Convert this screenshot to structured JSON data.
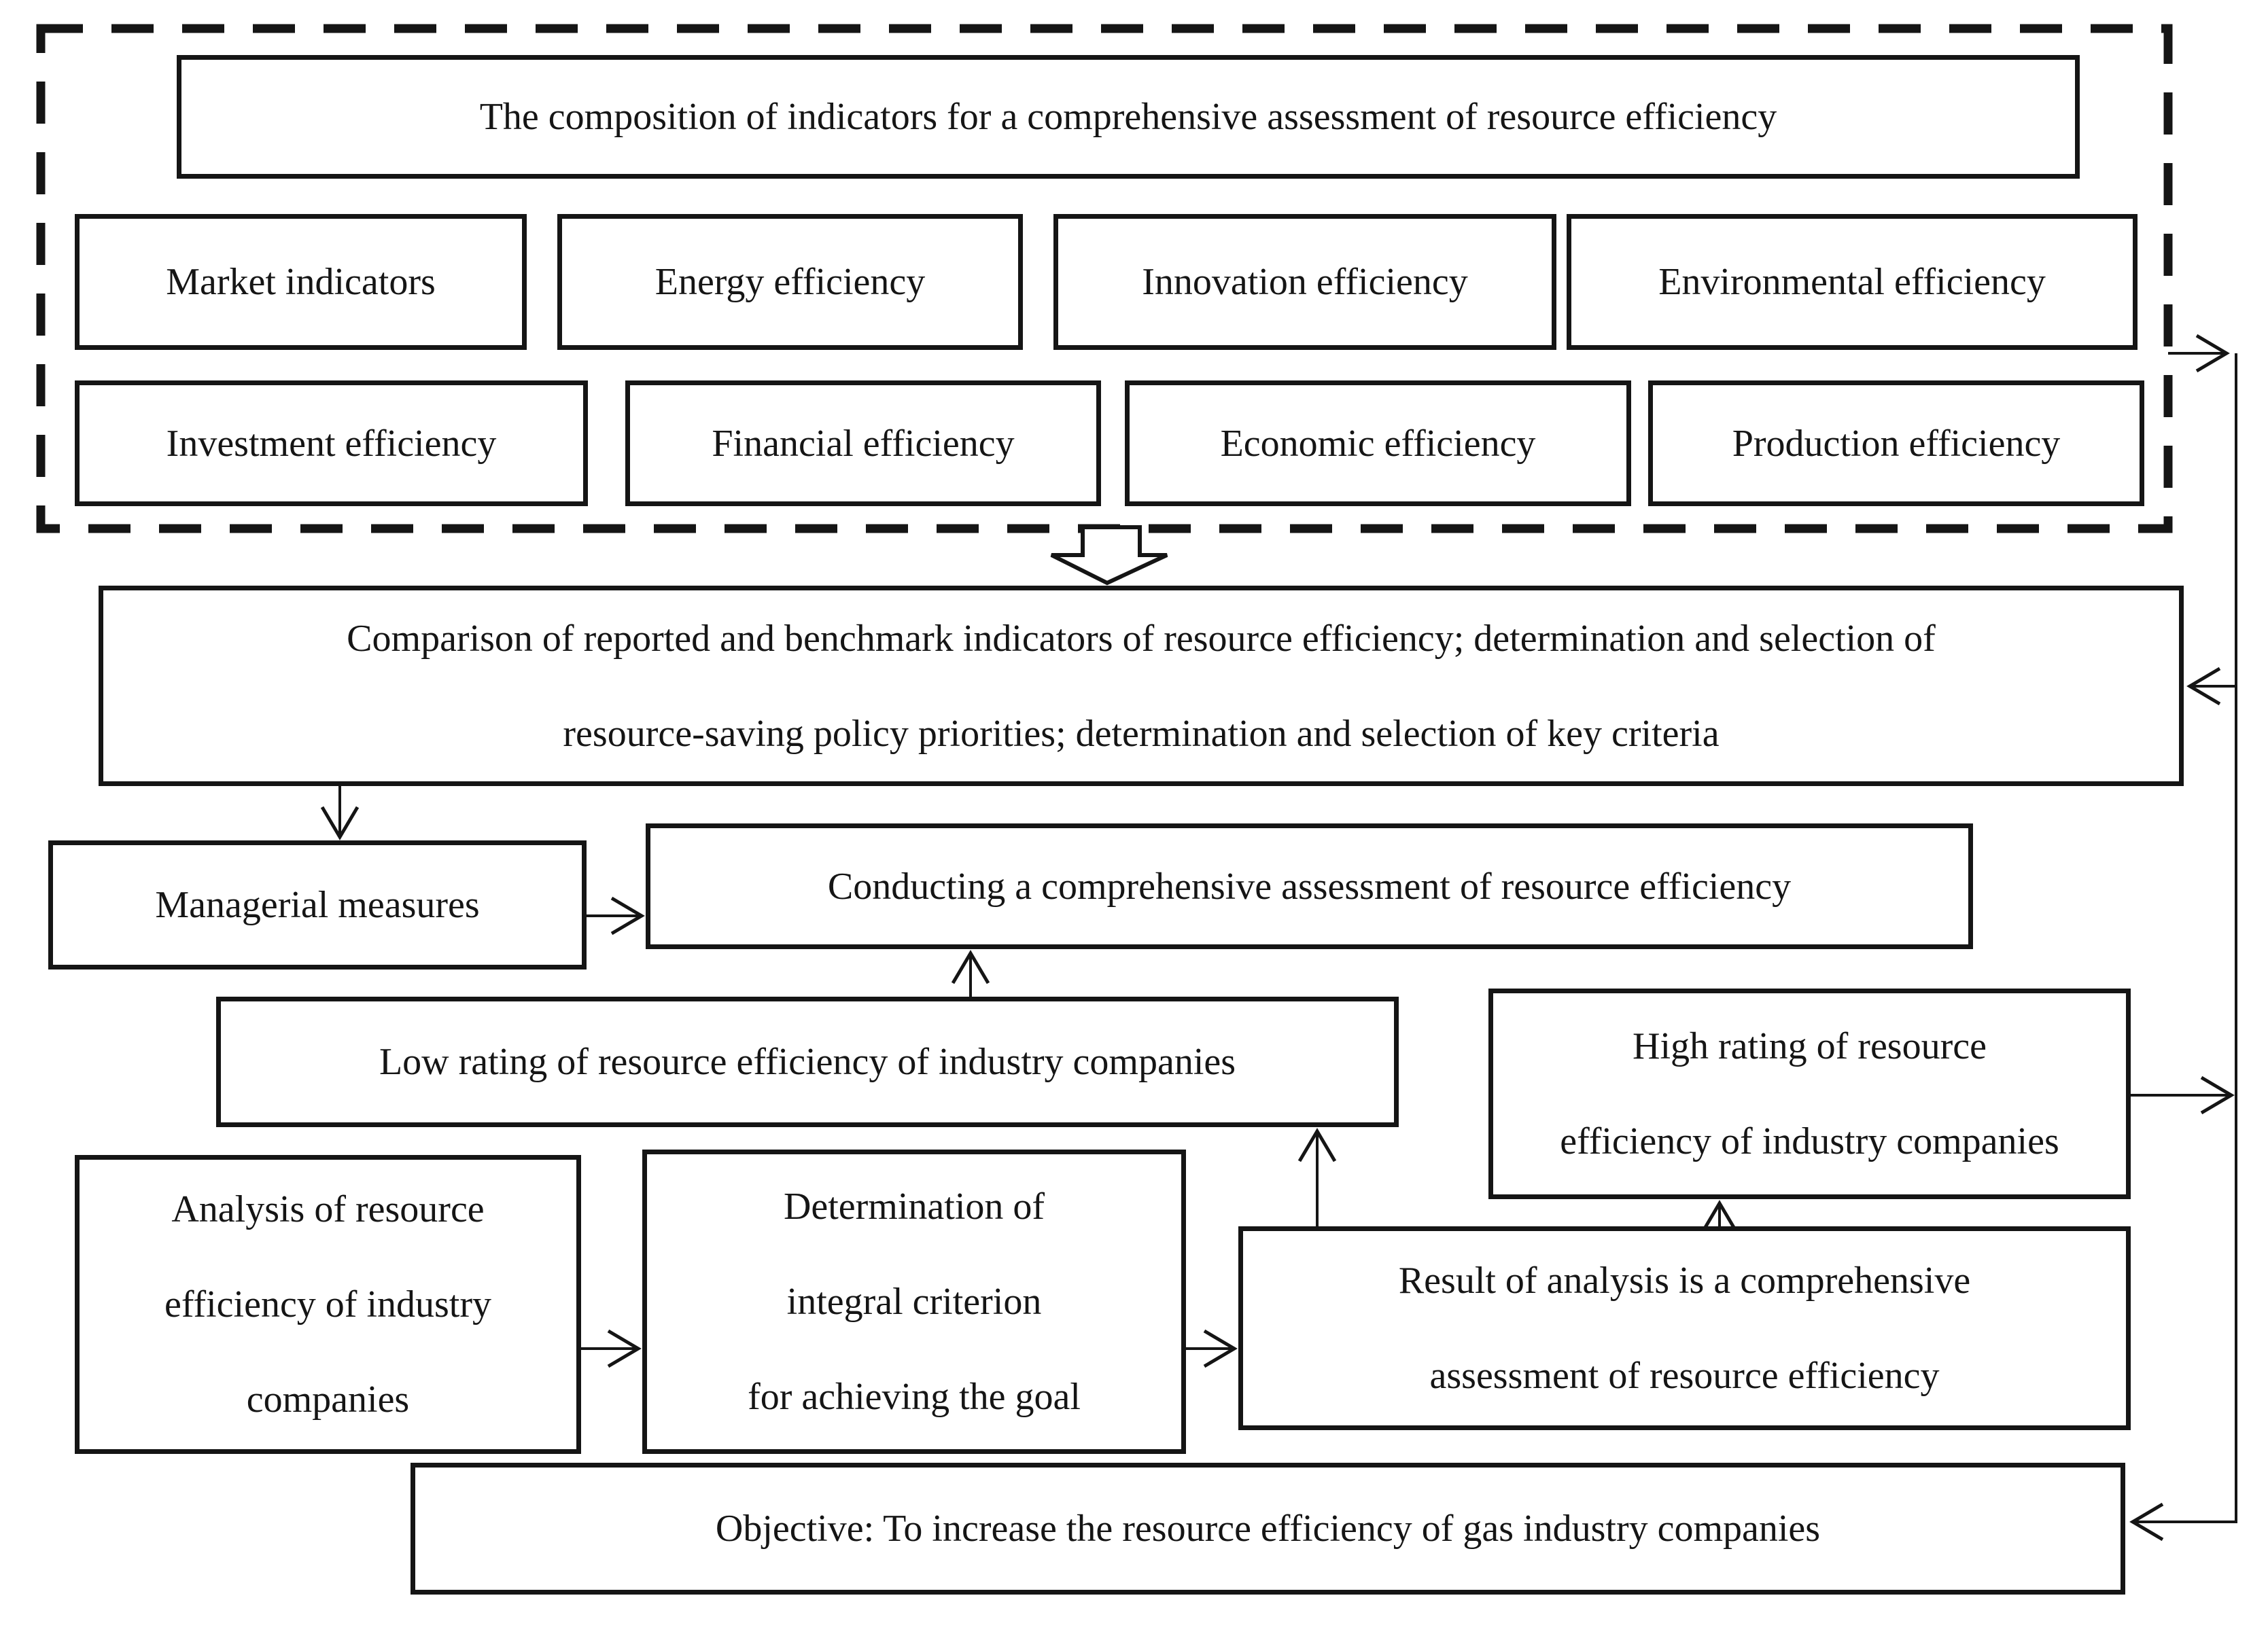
{
  "figure": {
    "composition_group": {
      "title": "The composition of indicators for a comprehensive assessment of resource efficiency",
      "row1": [
        "Market indicators",
        "Energy efficiency",
        "Innovation efficiency",
        "Environmental efficiency"
      ],
      "row2": [
        "Investment efficiency",
        "Financial efficiency",
        "Economic efficiency",
        "Production efficiency"
      ]
    },
    "comparison": {
      "lines": [
        "Comparison of reported and benchmark indicators of resource efficiency; determination and selection of",
        "resource-saving policy priorities; determination and selection of key criteria"
      ]
    },
    "managerial": {
      "label": "Managerial measures"
    },
    "conducting": {
      "label": "Conducting a comprehensive assessment of resource efficiency"
    },
    "low_rating": {
      "label": "Low rating of resource efficiency of industry companies"
    },
    "high_rating": {
      "lines": [
        "High rating of resource",
        "efficiency of industry companies"
      ]
    },
    "analysis": {
      "lines": [
        "Analysis of resource",
        "efficiency of industry",
        "companies"
      ]
    },
    "determination": {
      "lines": [
        "Determination of",
        "integral criterion",
        "for achieving the goal"
      ]
    },
    "result": {
      "lines": [
        "Result of analysis is a comprehensive",
        "assessment of resource efficiency"
      ]
    },
    "objective": {
      "label": "Objective: To increase the resource efficiency of gas industry companies"
    },
    "connections": [
      {
        "from": "composition-group",
        "to": "comparison",
        "style": "block-arrow-down"
      },
      {
        "from": "composition-group",
        "to": "comparison",
        "style": "routed-right-side"
      },
      {
        "from": "comparison",
        "to": "managerial"
      },
      {
        "from": "managerial",
        "to": "conducting"
      },
      {
        "from": "low_rating",
        "to": "conducting"
      },
      {
        "from": "analysis",
        "to": "determination"
      },
      {
        "from": "determination",
        "to": "result"
      },
      {
        "from": "result",
        "to": "low_rating"
      },
      {
        "from": "result",
        "to": "high_rating"
      },
      {
        "from": "high_rating",
        "to": "objective",
        "style": "routed-right-side"
      }
    ],
    "colors": {
      "stroke": "#151515",
      "text": "#151515",
      "background": "#ffffff"
    }
  }
}
